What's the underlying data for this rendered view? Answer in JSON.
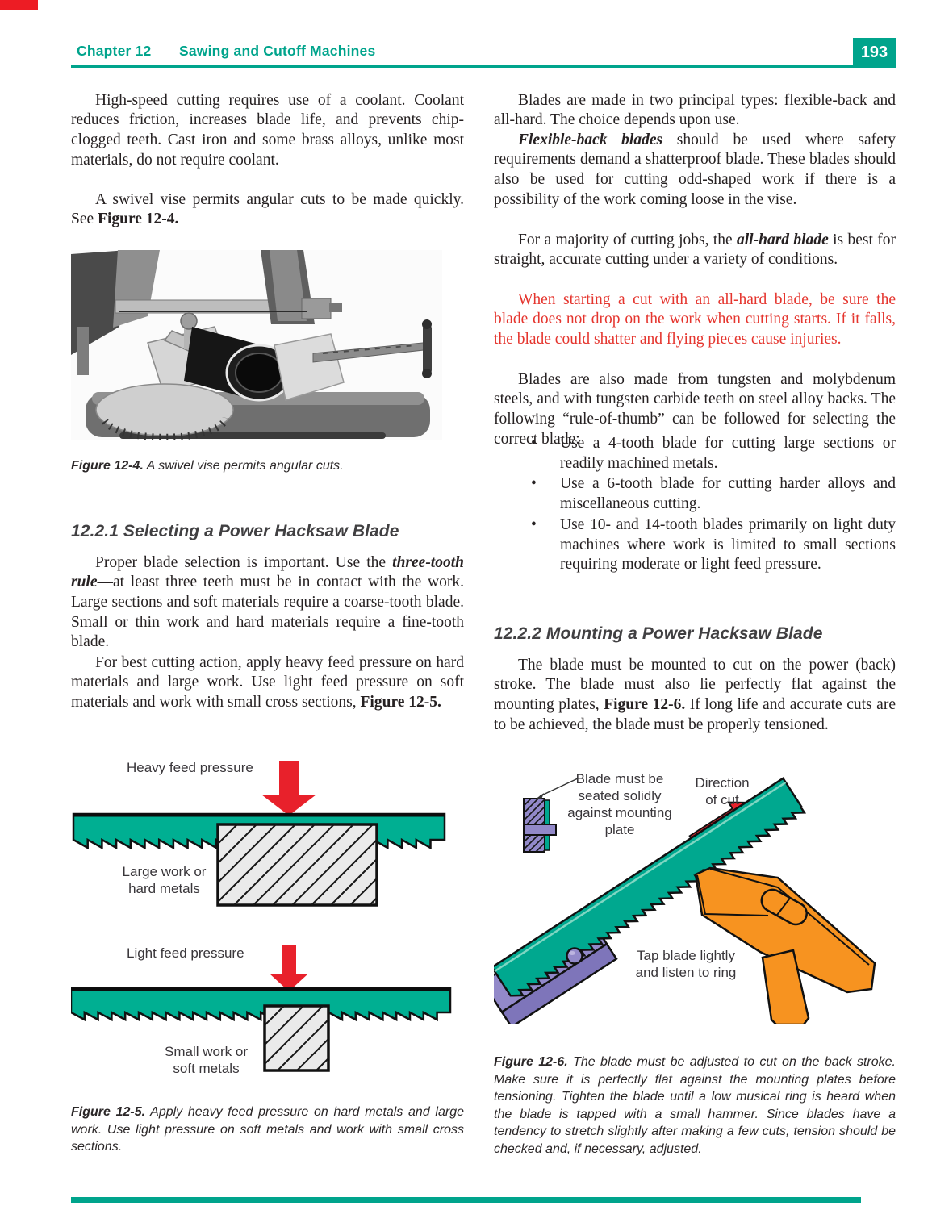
{
  "colors": {
    "teal_accent": "#00A48C",
    "figure_teal": "#00AF92",
    "warning_red": "#E5352E",
    "arrow_red": "#E8212B",
    "purple": "#9289C9",
    "orange": "#F79320",
    "body_text": "#262122",
    "heading_gray": "#414042"
  },
  "header": {
    "chapter": "Chapter 12",
    "title": "Sawing and Cutoff Machines",
    "page_number": "193"
  },
  "left_column": {
    "p1": "High-speed cutting requires use of a coolant. Coolant reduces friction, increases blade life, and prevents chip-clogged teeth. Cast iron and some brass alloys, unlike most materials, do not require coolant.",
    "p2_pre": "A swivel vise permits angular cuts to be made quickly. See ",
    "p2_bold": "Figure 12-4.",
    "fig4_caption_label": "Figure 12-4.",
    "fig4_caption_text": " A swivel vise permits angular cuts.",
    "heading_221": "12.2.1 Selecting a Power Hacksaw Blade",
    "p3_pre": "Proper blade selection is important. Use the ",
    "p3_em": "three-tooth rule",
    "p3_post": "—at least three teeth must be in contact with the work. Large sections and soft materials require a coarse-tooth blade. Small or thin work and hard materials require a fine-tooth blade.",
    "p4_pre": "For best cutting action, apply heavy feed pressure on hard materials and large work. Use light feed pressure on soft materials and work with small cross sections, ",
    "p4_bold": "Figure 12-5.",
    "fig5_labels": {
      "heavy": "Heavy feed pressure",
      "large_work": "Large work or\nhard metals",
      "light": "Light feed pressure",
      "small_work": "Small work or\nsoft metals"
    },
    "fig5_caption_label": "Figure 12-5.",
    "fig5_caption_text": " Apply heavy feed pressure on hard metals and large work. Use light pressure on soft metals and work with small cross sections."
  },
  "right_column": {
    "p1": "Blades are made in two principal types: flexible-back and all-hard. The choice depends upon use.",
    "p2_em": "Flexible-back blades",
    "p2_post": " should be used where safety requirements demand a shatterproof blade. These blades should also be used for cutting odd-shaped work if there is a possibility of the work coming loose in the vise.",
    "p3_pre": "For a majority of cutting jobs, the ",
    "p3_em": "all-hard blade",
    "p3_post": " is best for straight, accurate cutting under a variety of conditions.",
    "p4_warning": "When starting a cut with an all-hard blade, be sure the blade does not drop on the work when cutting starts. If it falls, the blade could shatter and flying pieces cause injuries.",
    "p5": "Blades are also made from tungsten and molybdenum steels, and with tungsten carbide teeth on steel alloy backs. The following “rule-of-thumb” can be followed for selecting the correct blade:",
    "bullets": [
      "Use a 4-tooth blade for cutting large sections or readily machined metals.",
      "Use a 6-tooth blade for cutting harder alloys and miscellaneous cutting.",
      "Use 10- and 14-tooth blades primarily on light duty machines where work is limited to small sections requiring moderate or light feed pressure."
    ],
    "heading_222": "12.2.2 Mounting a Power Hacksaw Blade",
    "p6_pre": "The blade must be mounted to cut on the power (back) stroke. The blade must also lie perfectly flat against the mounting plates, ",
    "p6_bold": "Figure 12-6.",
    "p6_post": " If long life and accurate cuts are to be achieved, the blade must be properly tensioned.",
    "fig6_labels": {
      "seated": "Blade must be\nseated solidly\nagainst mounting\nplate",
      "direction": "Direction\nof cut",
      "tap": "Tap blade lightly\nand listen to ring"
    },
    "fig6_caption_label": "Figure 12-6.",
    "fig6_caption_text": " The blade must be adjusted to cut on the back stroke. Make sure it is perfectly flat against the mounting plates before tensioning. Tighten the blade until a low musical ring is heard when the blade is tapped with a small hammer. Since blades have a tendency to stretch slightly after making a few cuts, tension should be checked and, if necessary, adjusted."
  }
}
